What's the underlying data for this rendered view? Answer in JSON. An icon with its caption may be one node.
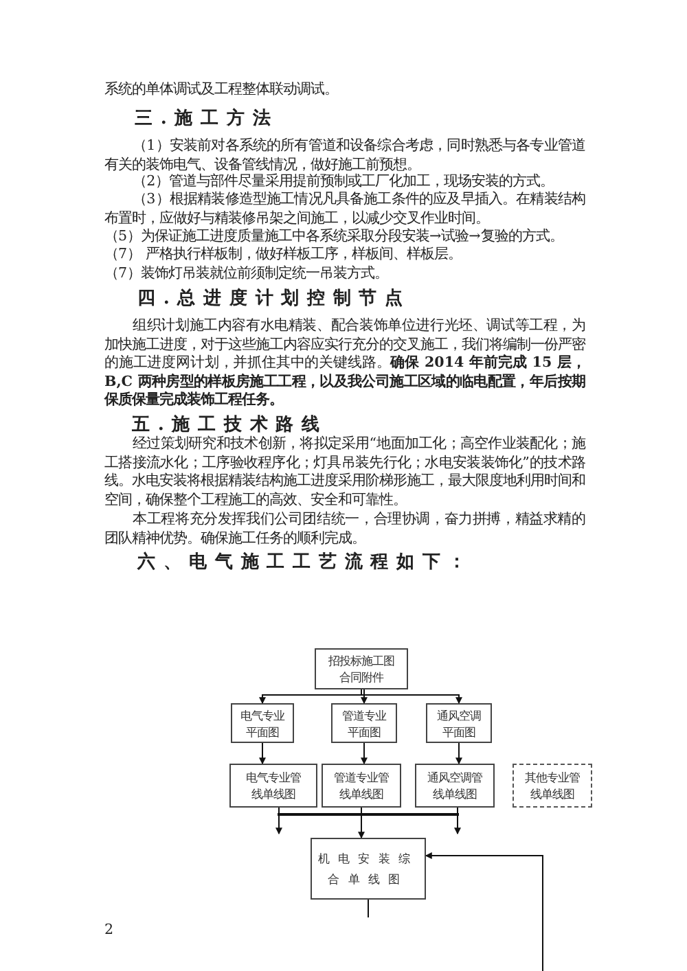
{
  "diagram": {
    "nodes": [
      {
        "text": [
          "招投标施工图合同附件"
        ]
      },
      {
        "text": [
          "电气专业平面图"
        ]
      },
      {
        "text": [
          "管道专业平面图"
        ]
      },
      {
        "text": [
          "通风空调平面图"
        ]
      },
      {
        "text": [
          "电气专业管线单线图"
        ]
      },
      {
        "text": [
          "管道专业管线单线图"
        ]
      },
      {
        "text": [
          "通风空调管线单线图"
        ]
      },
      {
        "text": [
          "其他专业管线单线图"
        ]
      },
      {
        "text": [
          "机电安装综合单线图"
        ]
      },
      {
        "text": [],
        "shape": "bar"
      }
    ],
    "edges": [
      {
        "from": 0,
        "to": 1,
        "arrow": "to"
      },
      {
        "from": 0,
        "to": 2,
        "arrow": "to"
      },
      {
        "from": 0,
        "to": 3,
        "arrow": "to"
      },
      {
        "from": 1,
        "to": 4,
        "arrow": "to"
      },
      {
        "from": 2,
        "to": 5,
        "arrow": "to"
      },
      {
        "from": 3,
        "to": 6,
        "arrow": "to"
      },
      {
        "from": 4,
        "to": 9,
        "arrow": "none"
      },
      {
        "from": 5,
        "to": 8,
        "arrow": "to"
      },
      {
        "from": 6,
        "to": 9,
        "arrow": "none"
      },
      {
        "from": 9,
        "to": null,
        "arrow": "to"
      },
      {
        "from": 9,
        "to": null,
        "arrow": "to"
      },
      {
        "from": 8,
        "to": null,
        "arrow": "none"
      },
      {
        "from": null,
        "to": 8,
        "arrow": "to"
      }
    ],
    "labels": [
      "系统的单体调试及工程整体联动调试。",
      "三.施工方法",
      "（1）安装前对各系统的所有管道和设备综合考虑，同时熟悉与各专业管道有关的装饰电气、设备管线情况，做好施工前预想。",
      "（2）管道与部件尽量采用提前预制或工厂化加工，现场安装的方式。",
      "（3）根据精装修造型施工情况凡具备施工条件的应及早插入。在精装结构布置时，应做好与精装修吊架之间施工，以减少交叉作业时间。",
      "（5）为保证施工进度质量施工中各系统采取分段安装→试验→复验的方式。",
      "（7） 严格执行样板制，做好样板工序，样板间、样板层。",
      "（7）装饰灯吊装就位前须制定统一吊装方式。",
      "四.总进度计划控制节点",
      "组织计划施工内容有水电精装、配合装饰单位进行光坯、调试等工程，为加快施工进度，对于这些施工内容应实行充分的交叉施工，我们将编制一份严密的施工进度网计划，并抓住其中的关键线路。**确保 2014 年前完成 15 层，B,C 两种房型的样板房施工工程，以及我公司施工区域的临电配置，年后按期保质保量完成装饰工程任务。**",
      "五.施工技术路线",
      "经过策划研究和技术创新，将拟定采用“地面加工化；高空作业装配化；施工搭接流水化；工序验收程序化；灯具吊装先行化；水电安装装饰化”的技术路线。水电安装将根据精装结构施工进度采用阶梯形施工，最大限度地利用时间和空间，确保整个工程施工的高效、安全和可靠性。",
      "本工程将充分发挥我们公司团结统一，合理协调，奋力拼搏，精益求精的团队精神优势。确保施工任务的顺利完成。",
      "六、电气施工工艺流程如下：",
      "2"
    ]
  }
}
